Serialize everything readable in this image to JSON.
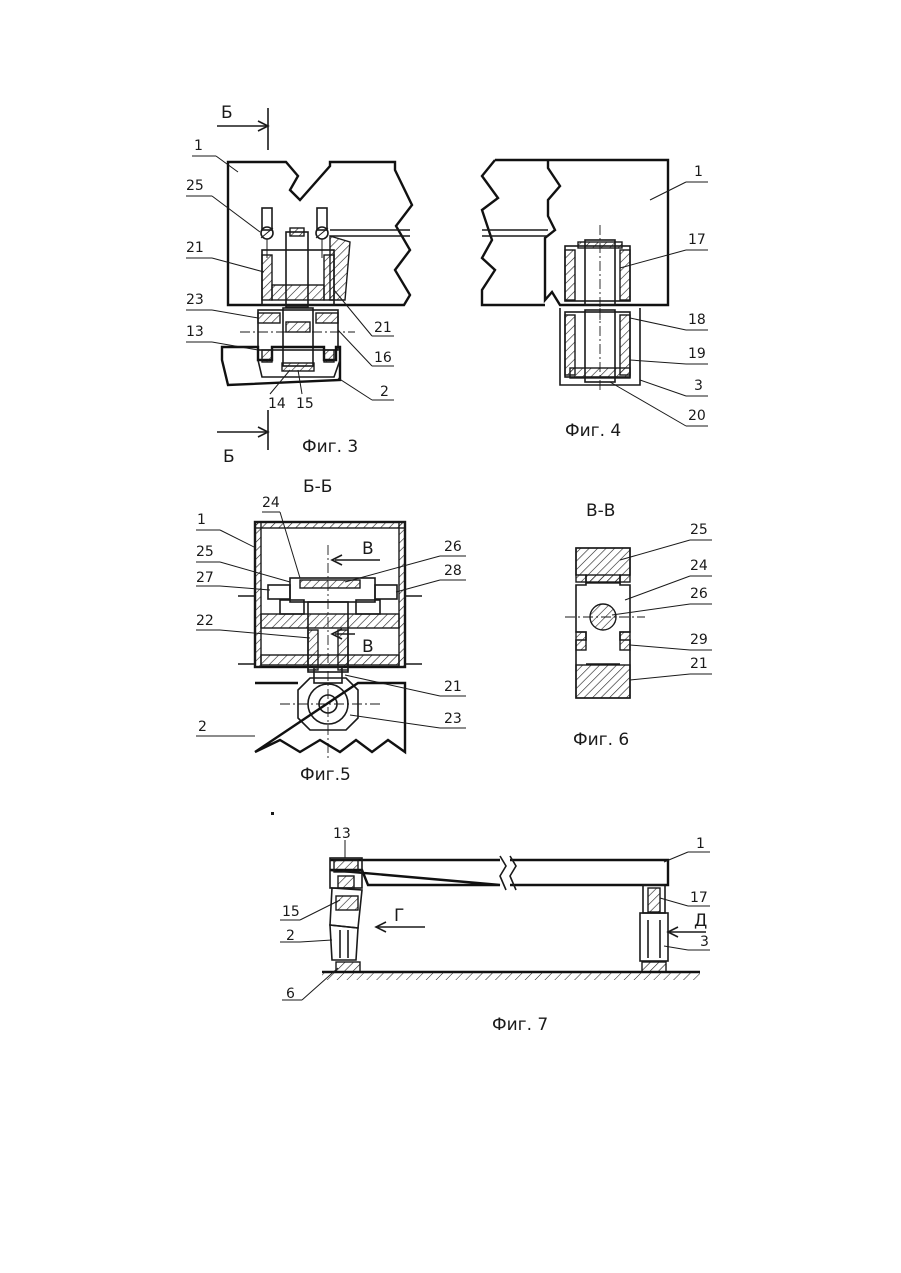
{
  "fig3": {
    "caption": "Фиг. 3",
    "section_mark_top": "Б",
    "section_mark_bottom": "Б",
    "labels": [
      "1",
      "25",
      "21",
      "23",
      "13",
      "14",
      "15",
      "21",
      "16",
      "2"
    ]
  },
  "fig4": {
    "caption": "Фиг. 4",
    "labels": [
      "1",
      "17",
      "18",
      "19",
      "3",
      "20"
    ]
  },
  "fig5": {
    "caption": "Фиг.5",
    "section_title": "Б-Б",
    "section_arrow_top": "В",
    "section_arrow_bottom": "В",
    "labels": [
      "1",
      "24",
      "26",
      "25",
      "28",
      "27",
      "22",
      "21",
      "23",
      "2"
    ]
  },
  "fig6": {
    "caption": "Фиг. 6",
    "section_title": "В-В",
    "labels": [
      "25",
      "24",
      "26",
      "29",
      "21"
    ]
  },
  "fig7": {
    "caption": "Фиг. 7",
    "arrow_left": "Г",
    "arrow_right": "Д",
    "labels": [
      "13",
      "1",
      "15",
      "17",
      "2",
      "3",
      "6"
    ]
  }
}
